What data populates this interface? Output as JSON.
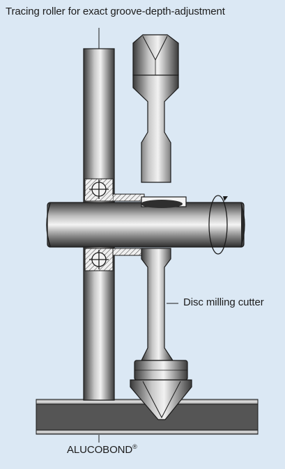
{
  "labels": {
    "tracing_roller": "Tracing roller for exact groove-depth-adjustment",
    "disc_milling_cutter": "Disc milling cutter",
    "alucobond": "ALUCOBOND",
    "alucobond_mark": "®"
  },
  "colors": {
    "background": "#dbe8f4",
    "metal_dark": "#3c3c3c",
    "metal_light": "#f4f4f4",
    "panel_core": "#555555",
    "outline": "#1a1a1a"
  }
}
